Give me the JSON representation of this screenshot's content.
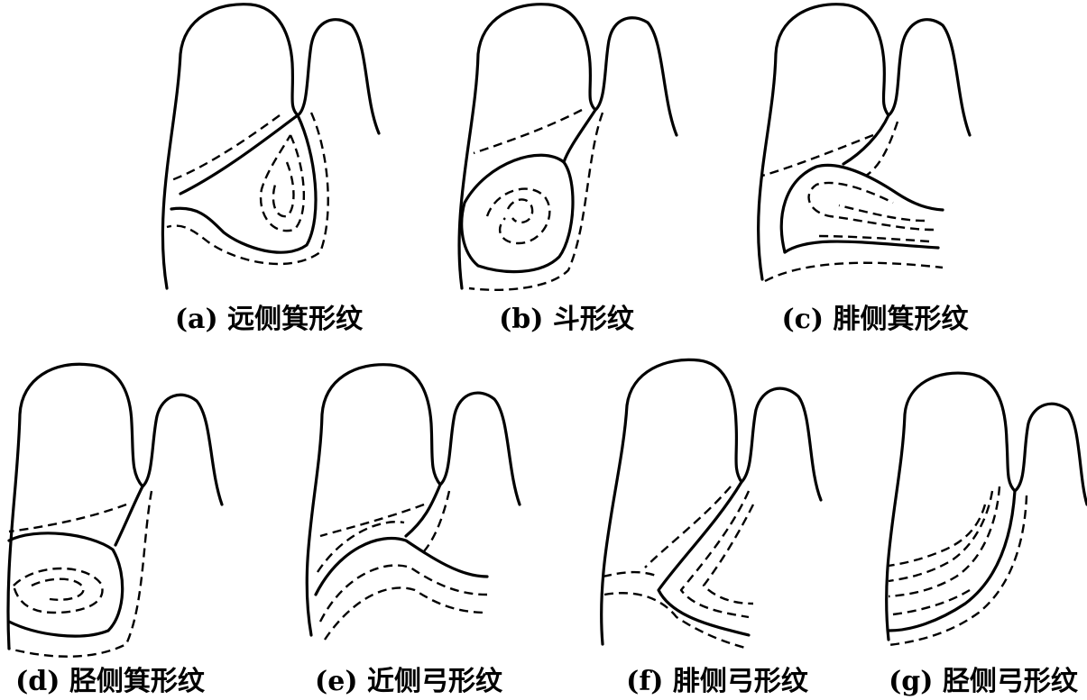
{
  "panels": [
    {
      "id": "a",
      "caption": "(a) 远侧箕形纹"
    },
    {
      "id": "b",
      "caption": "(b) 斗形纹"
    },
    {
      "id": "c",
      "caption": "(c) 腓侧箕形纹"
    },
    {
      "id": "d",
      "caption": "(d) 胫侧箕形纹"
    },
    {
      "id": "e",
      "caption": "(e) 近侧弓形纹"
    },
    {
      "id": "f",
      "caption": "(f) 腓侧弓形纹"
    },
    {
      "id": "g",
      "caption": "(g) 胫侧弓形纹"
    }
  ]
}
